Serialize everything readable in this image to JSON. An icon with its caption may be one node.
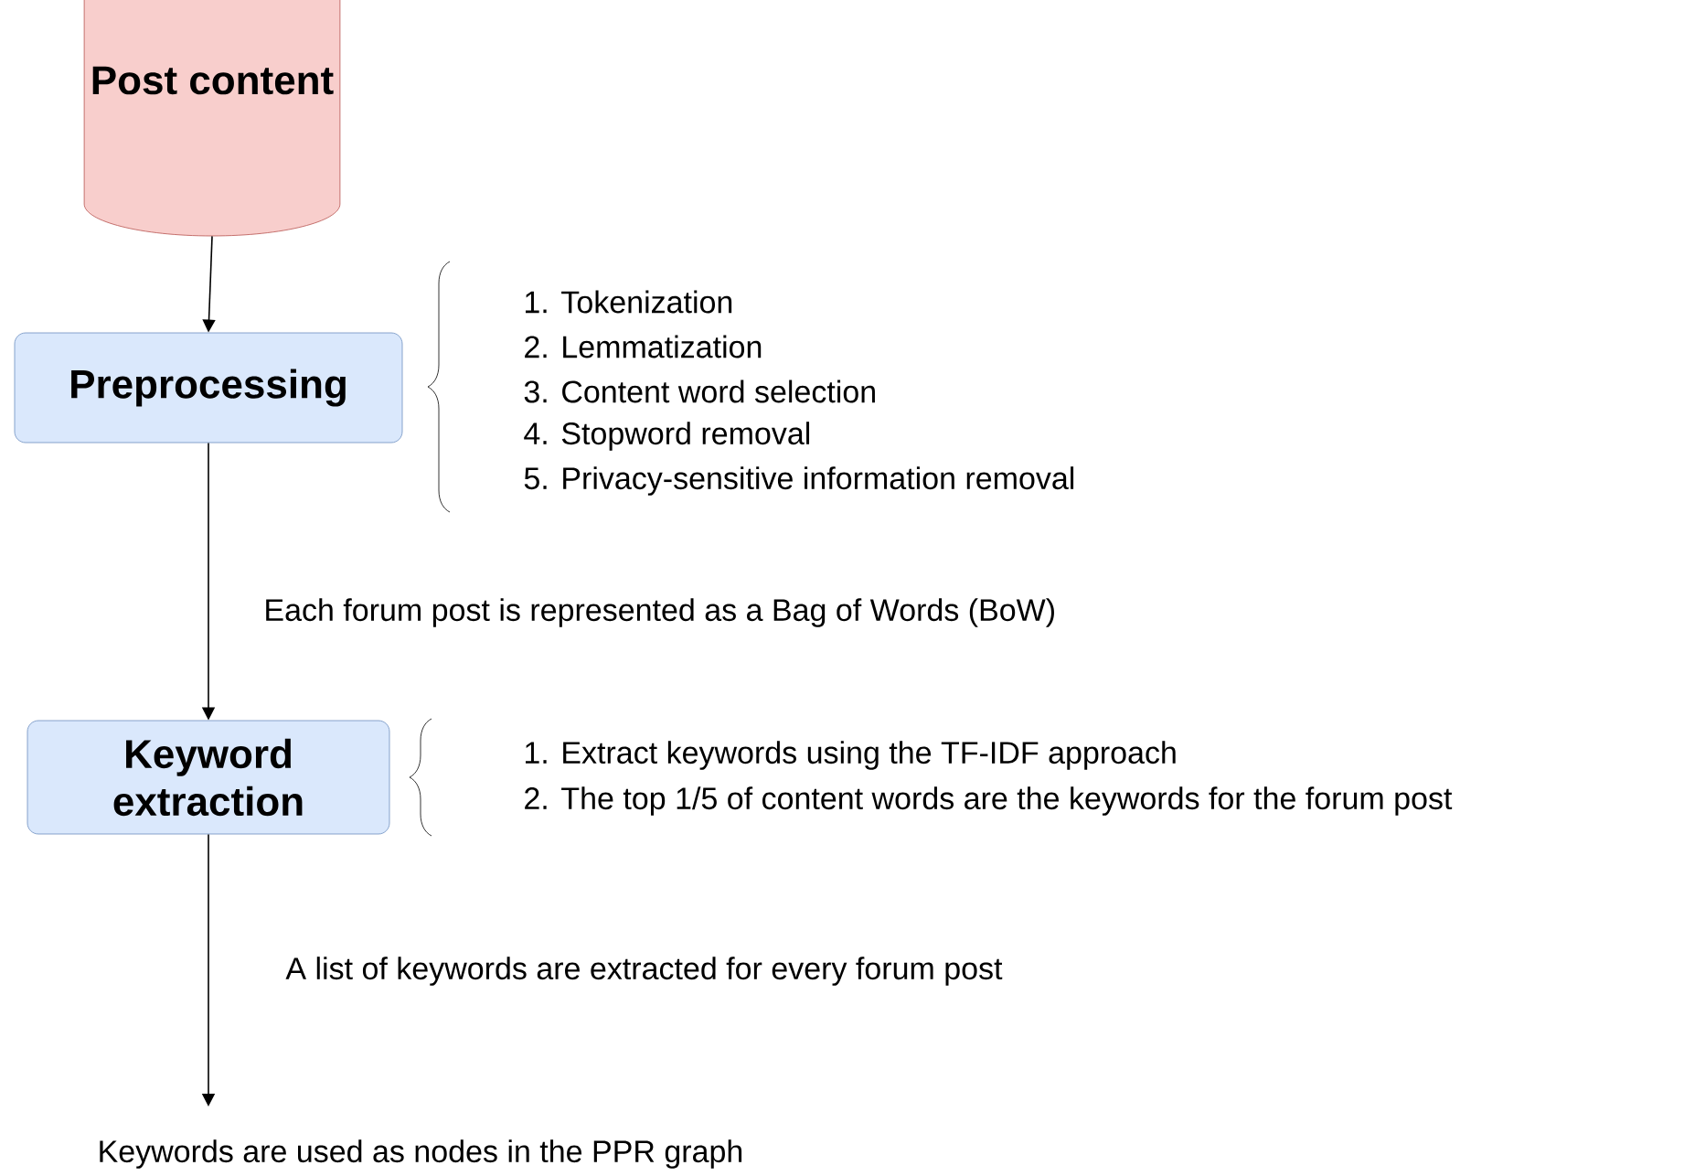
{
  "diagram": {
    "nodes": [
      {
        "text": [
          "Post content"
        ]
      },
      {
        "text": [
          "Preprocessing"
        ],
        "beside": [
          "1. Tokenization",
          "2. Lemmatization",
          "3. Content word selection",
          "4. Stopword removal",
          "5. Privacy-sensitive information removal"
        ]
      },
      {
        "text": [
          "Keyword extraction"
        ],
        "beside": [
          "1. Extract keywords using the TF-IDF approach",
          "2. The top 1/5 of content words are the keywords for the forum post"
        ]
      },
      {
        "text": [
          "Keywords are used as nodes in the PPR graph"
        ]
      }
    ],
    "edges": [
      {
        "from": 0,
        "to": 1,
        "arrow": "to"
      },
      {
        "from": 1,
        "to": 2,
        "arrow": "to",
        "label": "Each forum post is represented as a Bag of Words (BoW)"
      },
      {
        "from": 2,
        "to": 3,
        "arrow": "to",
        "label": "A list of keywords are extracted for every forum post"
      }
    ]
  }
}
